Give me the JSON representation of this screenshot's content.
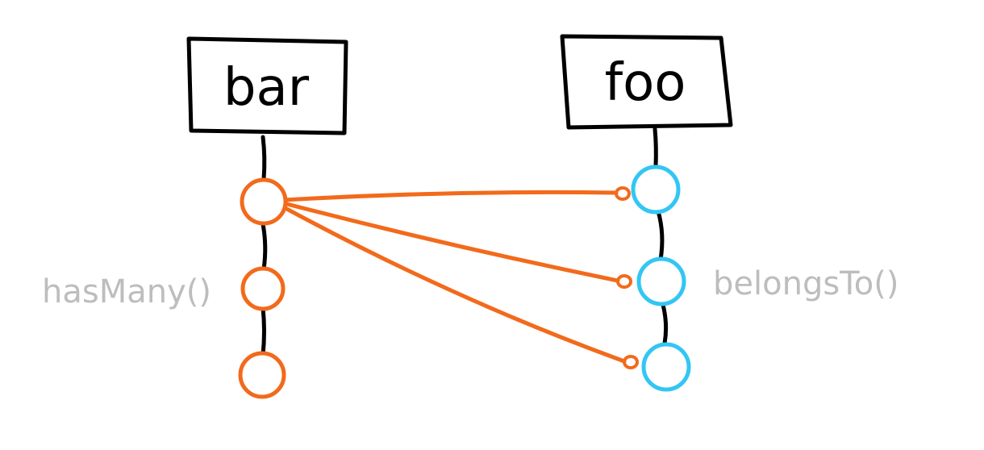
{
  "colors": {
    "background": "#ffffff",
    "ink": "#000000",
    "bar_records": "#f26a1b",
    "foo_records": "#33c6f4",
    "relation_lines": "#f26a1b",
    "method_labels": "#bdbdbd"
  },
  "entities": {
    "bar": {
      "label": "bar",
      "record_count": 3
    },
    "foo": {
      "label": "foo",
      "record_count": 3
    }
  },
  "methods": {
    "bar_method": "hasMany()",
    "foo_method": "belongsTo()"
  },
  "relations": [
    {
      "from": "bar.record.1",
      "to": "foo.record.1"
    },
    {
      "from": "bar.record.1",
      "to": "foo.record.2"
    },
    {
      "from": "bar.record.1",
      "to": "foo.record.3"
    }
  ]
}
